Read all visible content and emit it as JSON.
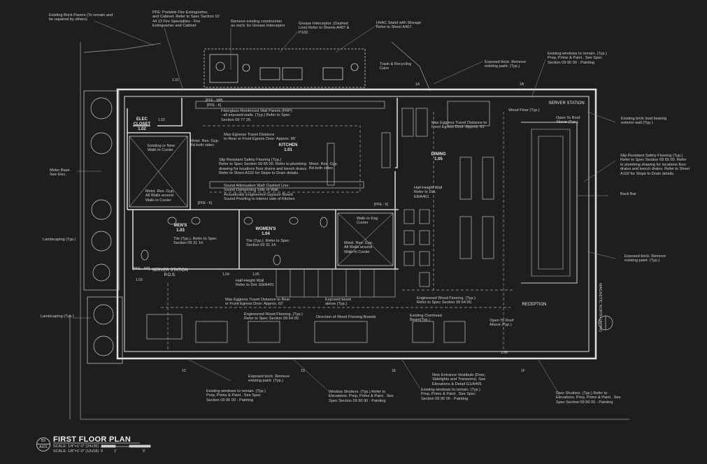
{
  "title": "FIRST FLOOR PLAN",
  "scale_lines": [
    "SCALE: 1/4\"=1'-0\" (24x36)",
    "SCALE: 1/8\"=1'-0\" (12x18)"
  ],
  "sheet_ref": {
    "number": "B3",
    "sheet": "A101"
  },
  "scale_bar_labels": [
    "0",
    "1'",
    "5'"
  ],
  "north_label": "MAGNETIC NORTH (APPX)",
  "rooms": {
    "elec": "ELEC\nCLOSET\n1.02",
    "kitchen": "KITCHEN\n1.01",
    "dining": "DINING\n1.05",
    "mens": "MEN'S\n1.03",
    "womens": "WOMEN'S\n1.04",
    "server_station_top": "SERVER STATION",
    "server_station_pos": "SERVER STATION\nP.O.S.",
    "reception": "RECEPTION"
  },
  "tags": {
    "t101": "1.01",
    "t102": "1.02",
    "t103": "1.03",
    "t104": "1.04",
    "t105": "1.05",
    "t106": "1.06",
    "g1a": "1A",
    "g1b": "1B",
    "g1c": "1C",
    "g1d": "1D",
    "g1e": "1E",
    "g1f": "1F",
    "pfe1": "[PFE - MP]",
    "pfe2": "[PFE - K]",
    "pfe3": "[PFE - K]",
    "pfe4": "[PFE - K]",
    "pfe5": "[PFE - MP]"
  },
  "notes": {
    "brick_pavers": "Existing Brick Pavers (To remain and\nbe repaired by others)",
    "pfe": "PFE: Portable Fire Extinguisher,\nand Cabinet. Refer to Spec Section 10\n44 13 Fire Specialties - Fire\nExtinguisher and Cabinet",
    "remove_existing": "Remove existing construction\nas req'd. for Grease Interceptor",
    "grease": "Grease Interceptor. (Dashed\nLine) Refer to Sheets A407 &\nP102.",
    "hvac": "HVAC Stand with Storage\nRefer to Sheet A407.",
    "trash": "Trash & Recycling\nCans",
    "exposed_brick_top": "Exposed brick. Remove\nexisting paint. (Typ.)",
    "windows_top": "Existing windows to remain. (Typ.)\nPrep, Prime & Paint . See Spec\nSection 09 90 00 - Painting",
    "frp": "Fiberglass Reinforced Wall Panels (FRP)\n- all exposed walls. (Typ.) Refer to Spec\nSection 09 77 20.",
    "egress_kitchen": "Max Egresss Travel Distance\nto Rear or Front Egress Door: Approx. 85'",
    "moist_1": "Moist. Res. Gyp.\nBd both sides",
    "moist_2": "Moist. Res. Gyp.\nBd both sides",
    "walkin": "Existing or New\nWalk-In Cooler",
    "slip_kitchen": "Slip Resistant Safety Flooring (Typ.)\nRefer to Spec Section 09 65 00. Refer to plumbing\ndrawing for locations floor drains and trench drains.\nRefer to Sheet A102 for Slope to Drain details.",
    "sound": "Sound Attenuation Wall: Dashed Line:\nSound Dampening Side of Wall.\nAcoustically Engineered Gypsum Board\nSound Proofing to interior side of Kitchen",
    "moist_cooler": "Moist. Res. Gyp.\nAll Walls around\nWalk-In Cooler",
    "wood_floor": "Wood Floor (Typ.)",
    "open_roof_top": "Open To Roof\nAbove (Typ.)",
    "egress_dining": "Max Eggress Travel Distance to\nFront Egress Door: Approx. 61'",
    "load_bearing": "Existing brick load bearing\nexterior wall (Typ.)",
    "slip_bar": "Slip Resistant Safety Flooring (Typ.)\nRefer to Spec Section 09 65 00. Refer\nto plumbing drawing for locations floor\ndrains and trench drains. Refer to Sheet\nA102 for Slope to Drain details.",
    "back_bar": "Back Bar",
    "half_wall_1": "Half-Height Wall\nRefer to Det.\nE8/A401",
    "keg": "Walk-In Keg\nCooler",
    "moist_keg": "Moist. Res. Gyp.\nAll Walls around\nWalk-In Cooler",
    "tile_mens": "Tile (Typ.). Refer to Spec\nSection 09 31 14.",
    "tile_womens": "Tile (Typ.). Refer to Spec\nSection 09 31 14.",
    "half_wall_2": "Half-Height Wall\nRefer to Det. E8/A401",
    "meter": "Meter Base\nSee Elec.",
    "landscape_1": "Landscaping (Typ.)",
    "landscape_2": "Landscaping (Typ.)",
    "exposed_brick_right": "Exposed brick. Remove\nexisting paint. (Typ.)",
    "egress_front": "Max Eggress Travel Distance to Rear\nor Front Egress Door: Approx. 62'",
    "beam": "Exposed beam\nabove (Typ.)",
    "wood_floor_eng_1": "Engineered Wood Flooring. (Typ.)\nRefer to Spec Section 09 64 00.",
    "wood_floor_eng_2": "Engineered Wood Flooring. (Typ.)\nRefer to Spec Section 09 64 00.",
    "direction": "Direction of Wood Flooring Boards",
    "overhead_beam": "Existing Overhead\nBeam(Typ.)",
    "open_roof_bottom": "Open To Roof\nAbove (Typ.)",
    "exposed_brick_bottom": "Exposed brick. Remove\nexisting paint. (Typ.)",
    "windows_bottom_left": "Existing windows to remain. (Typ.)\nPrep, Prime & Paint . See Spec\nSection 09 90 00 - Painting",
    "shutters": "Window Shutters. (Typ.) Refer to\nElevations. Prep, Prime & Paint . See\nSpec Section 09 90 00 - Painting",
    "vestibule": "New Entrance Vestibule (Door,\nSidelights and Transoms). See\nElevations & Detail G1/A405",
    "windows_bottom_right": "Existing windows to remain. (Typ.)\nPrep, Prime & Paint . See Spec\nSection 09 90 00 - Painting",
    "door_shutters": "Door Shutters. (Typ.) Refer to\nElevations. Prep, Prime & Paint . See\nSpec Section 09 90 00 - Painting"
  }
}
